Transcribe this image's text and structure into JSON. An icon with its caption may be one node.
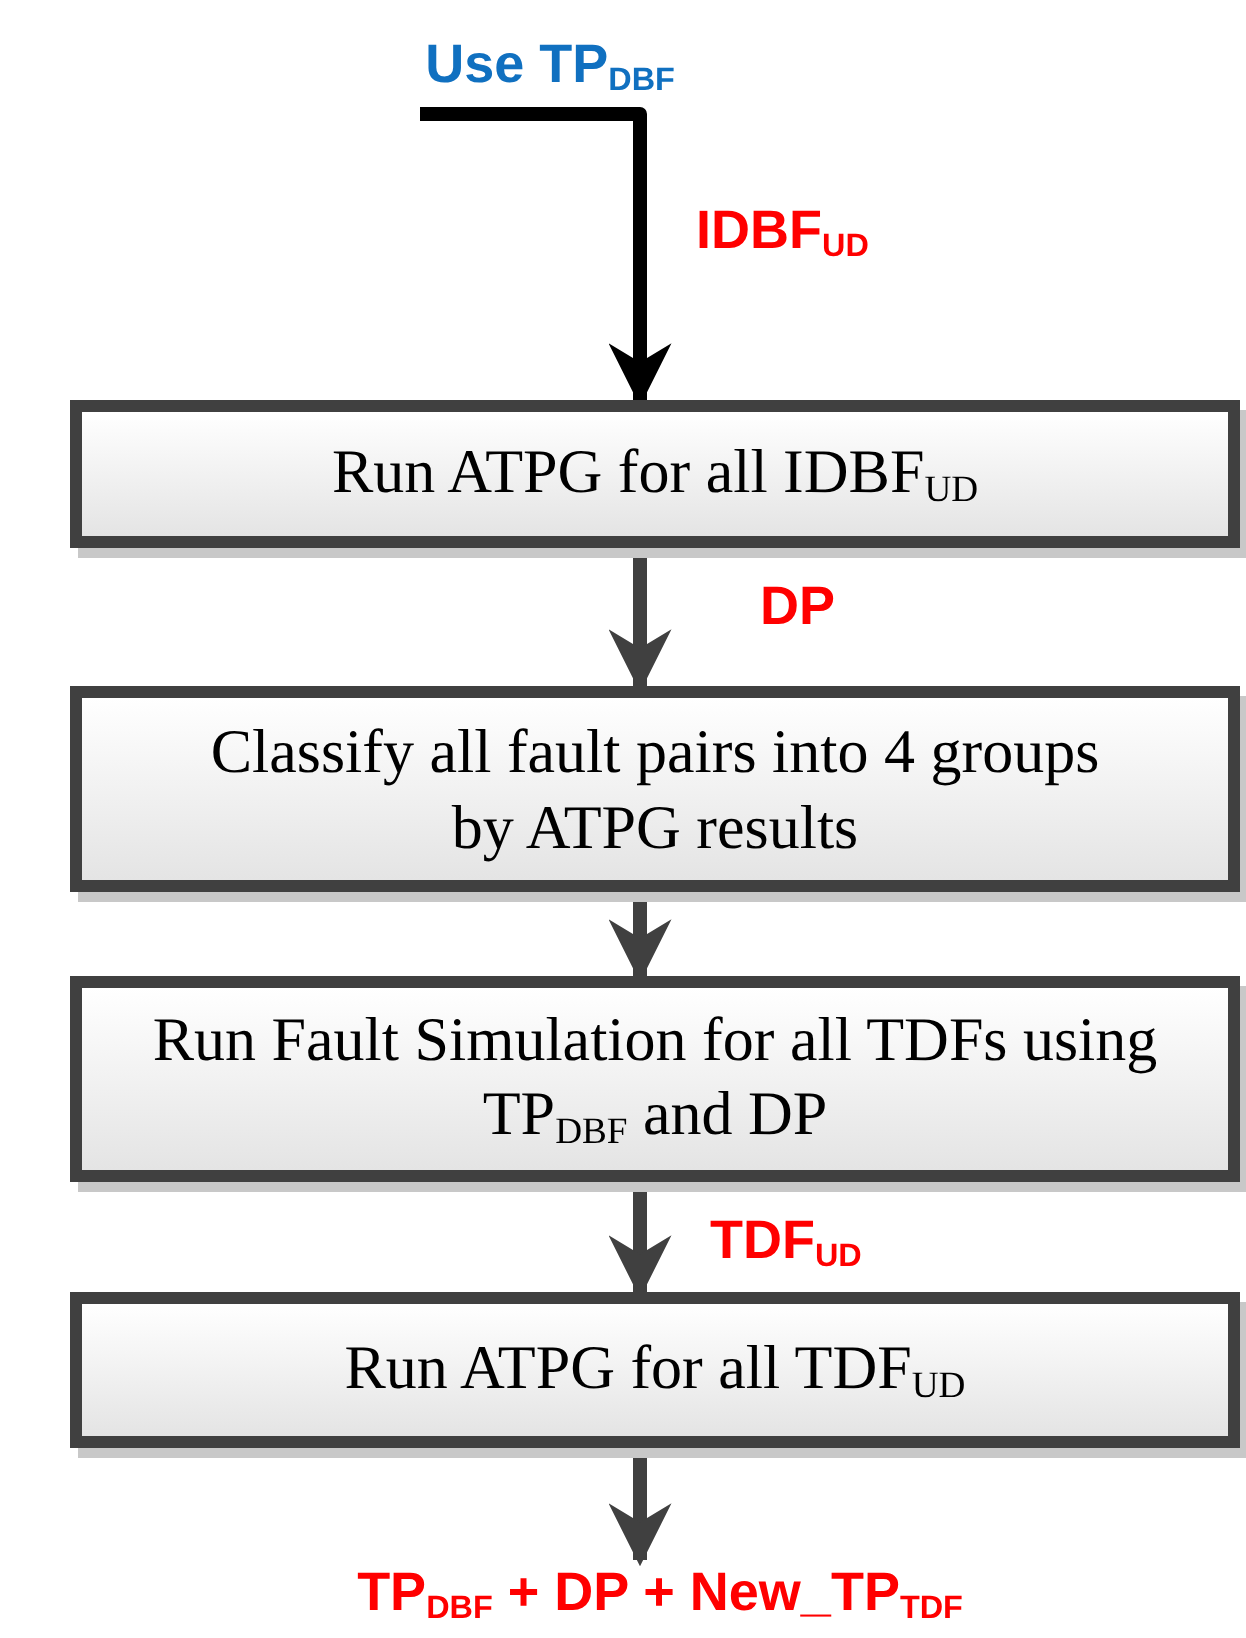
{
  "diagram": {
    "nodes": [
      {
        "text": [
          "Use TP$_{DBF}$"
        ]
      },
      {
        "text": [
          "Run ATPG for all  IDBF$_{UD}$"
        ]
      },
      {
        "text": [
          "Classify all fault pairs into 4 groups by ATPG results"
        ]
      },
      {
        "text": [
          "Run Fault Simulation for all  TDFs using TP$_{DBF}$ and DP"
        ]
      },
      {
        "text": [
          "Run ATPG for all  TDF$_{UD}$"
        ]
      },
      {
        "text": [
          "TP$_{DBF}$ +  DP + New_TP$_{TDF}$"
        ]
      }
    ],
    "edges": [
      {
        "from": 0,
        "to": 1,
        "arrow": "to",
        "label": "IDBF$_{UD}$",
        "color": "#000000"
      },
      {
        "from": 1,
        "to": 2,
        "arrow": "to",
        "label": "DP"
      },
      {
        "from": 2,
        "to": 3,
        "arrow": "to"
      },
      {
        "from": 3,
        "to": 4,
        "arrow": "to",
        "label": "TDF$_{UD}$"
      },
      {
        "from": 4,
        "to": 5,
        "arrow": "to"
      }
    ]
  }
}
